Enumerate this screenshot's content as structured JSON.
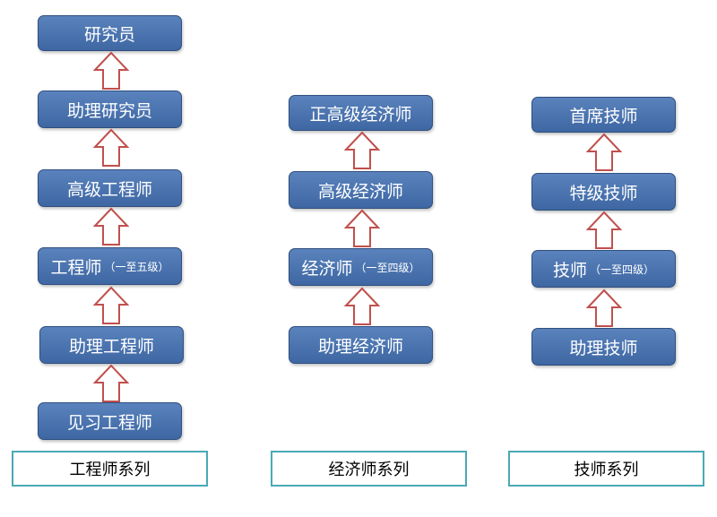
{
  "columns": [
    {
      "label": "工程师系列",
      "levels": [
        {
          "name": "研究员",
          "note": ""
        },
        {
          "name": "助理研究员",
          "note": ""
        },
        {
          "name": "高级工程师",
          "note": ""
        },
        {
          "name": "工程师",
          "note": "（一至五级）"
        },
        {
          "name": "助理工程师",
          "note": ""
        },
        {
          "name": "见习工程师",
          "note": ""
        }
      ]
    },
    {
      "label": "经济师系列",
      "levels": [
        {
          "name": "正高级经济师",
          "note": ""
        },
        {
          "name": "高级经济师",
          "note": ""
        },
        {
          "name": "经济师",
          "note": "（一至四级）"
        },
        {
          "name": "助理经济师",
          "note": ""
        }
      ]
    },
    {
      "label": "技师系列",
      "levels": [
        {
          "name": "首席技师",
          "note": ""
        },
        {
          "name": "特级技师",
          "note": ""
        },
        {
          "name": "技师",
          "note": "（一至四级）"
        },
        {
          "name": "助理技师",
          "note": ""
        }
      ]
    }
  ],
  "colors": {
    "box_fill": "#4a74b0",
    "box_border": "#2f4f7f",
    "arrow_outline": "#c0504d",
    "label_border": "#4aa9b5"
  }
}
